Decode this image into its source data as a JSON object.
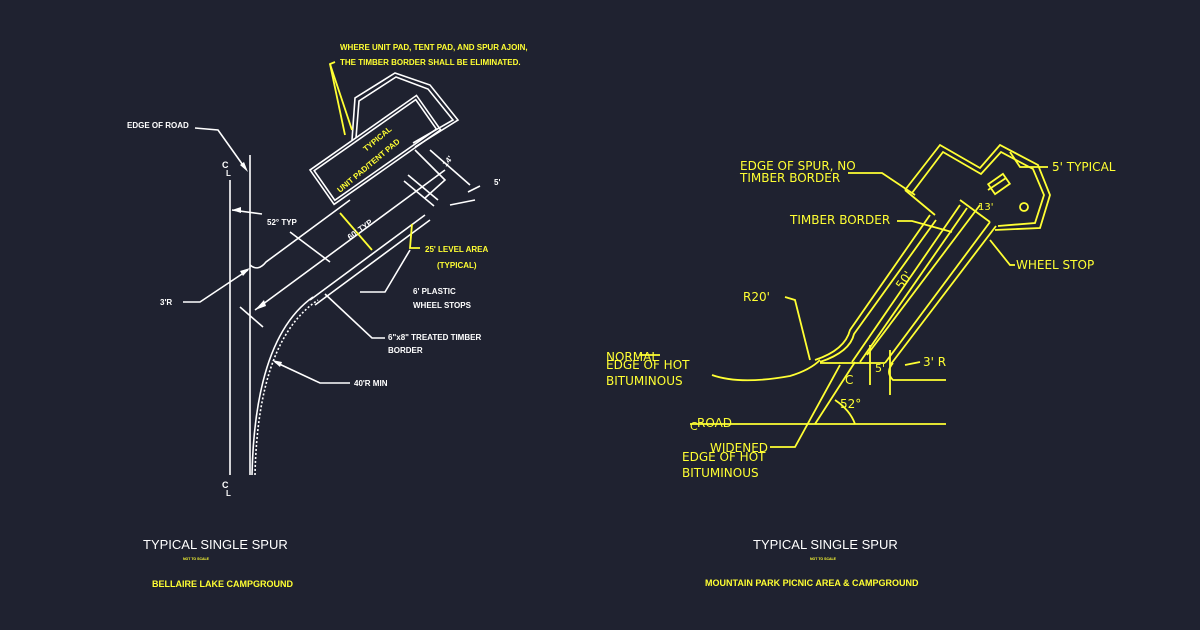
{
  "left": {
    "note_line1": "WHERE UNIT PAD, TENT PAD, AND SPUR AJOIN,",
    "note_line2": "THE TIMBER BORDER SHALL BE ELIMINATED.",
    "edge_of_road": "EDGE OF ROAD",
    "centerline_top": "C",
    "centerline_top_l": "L",
    "centerline_bottom": "C",
    "centerline_bottom_l": "L",
    "angle_typ": "52° TYP",
    "radius_3": "3'R",
    "typical": "TYPICAL",
    "unit_pad": "UNIT PAD/TENT PAD",
    "dim_14": "14'",
    "dim_5": "5'",
    "len_60": "60' TYP",
    "level_area_1": "25' LEVEL AREA",
    "level_area_2": "(TYPICAL)",
    "wheel_stops_1": "6' PLASTIC",
    "wheel_stops_2": "WHEEL STOPS",
    "timber_1": "6\"x8\" TREATED TIMBER",
    "timber_2": "BORDER",
    "radius_40": "40'R MIN",
    "title": "TYPICAL SINGLE SPUR",
    "scale": "NOT TO SCALE",
    "location": "BELLAIRE LAKE CAMPGROUND"
  },
  "right": {
    "edge_spur_1": "EDGE OF SPUR, NO",
    "edge_spur_2": "TIMBER BORDER",
    "typical_5": "5' TYPICAL",
    "timber_border": "TIMBER BORDER",
    "dim_13": "13'",
    "wheel_stop": "WHEEL STOP",
    "len_50": "50'",
    "r20": "R20'",
    "normal": "NORMAL",
    "edge_hot_1": "EDGE OF HOT",
    "edge_hot_2": "BITUMINOUS",
    "cl": "C",
    "dim_5": "5'",
    "r3": "3' R",
    "angle_52": "52°",
    "road": "ROAD",
    "road_cl": "C",
    "widened": "WIDENED",
    "edge_hot_b1": "EDGE OF HOT",
    "edge_hot_b2": "BITUMINOUS",
    "title": "TYPICAL SINGLE SPUR",
    "scale": "NOT TO SCALE",
    "location": "MOUNTAIN PARK PICNIC AREA & CAMPGROUND"
  },
  "colors": {
    "background": "#1f2230",
    "linework": "#ffffff",
    "annotation": "#ffff33"
  }
}
